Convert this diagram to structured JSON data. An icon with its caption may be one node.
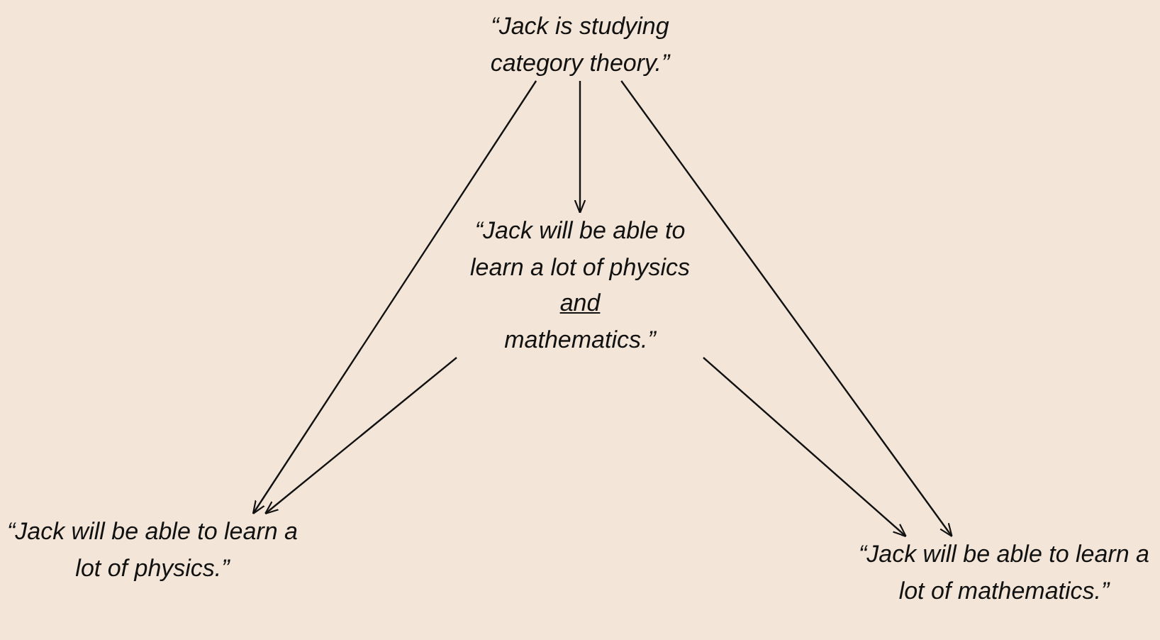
{
  "diagram": {
    "nodes": [
      {
        "text": [
          "“Jack is studying category theory.”"
        ]
      },
      {
        "text": [
          "“Jack will be able to learn a lot of physics",
          "and",
          "mathematics.”"
        ]
      },
      {
        "text": [
          "“Jack will be able to learn a lot of physics.”"
        ]
      },
      {
        "text": [
          "“Jack will be able to learn a lot of mathematics.”"
        ]
      }
    ],
    "edges": [
      {
        "from": 0,
        "to": 1,
        "arrow": "to"
      },
      {
        "from": 0,
        "to": 2,
        "arrow": "to"
      },
      {
        "from": 0,
        "to": 3,
        "arrow": "to"
      },
      {
        "from": 1,
        "to": 2,
        "arrow": "to"
      },
      {
        "from": 1,
        "to": 3,
        "arrow": "to"
      }
    ]
  }
}
